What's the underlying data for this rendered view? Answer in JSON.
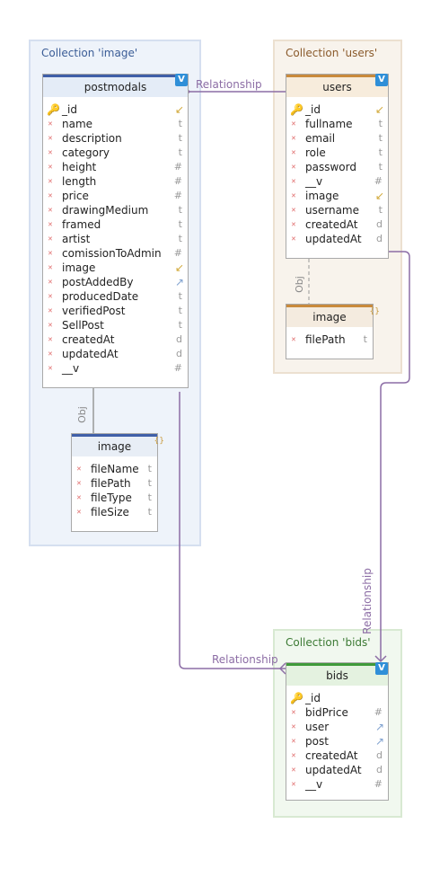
{
  "collections": {
    "image": {
      "title": "Collection 'image'"
    },
    "users": {
      "title": "Collection 'users'"
    },
    "bids": {
      "title": "Collection 'bids'"
    }
  },
  "relationship_label": "Relationship",
  "obj_label": "Obj",
  "entities": {
    "postmodals": {
      "name": "postmodals",
      "badge": "V",
      "fields": [
        {
          "name": "_id",
          "type": "",
          "icon": "pen-icon",
          "marker": "key"
        },
        {
          "name": "name",
          "type": "t",
          "marker": "dot"
        },
        {
          "name": "description",
          "type": "t",
          "marker": "dot"
        },
        {
          "name": "category",
          "type": "t",
          "marker": "dot"
        },
        {
          "name": "height",
          "type": "#",
          "marker": "dot"
        },
        {
          "name": "length",
          "type": "#",
          "marker": "dot"
        },
        {
          "name": "price",
          "type": "#",
          "marker": "dot"
        },
        {
          "name": "drawingMedium",
          "type": "t",
          "marker": "dot"
        },
        {
          "name": "framed",
          "type": "t",
          "marker": "dot"
        },
        {
          "name": "artist",
          "type": "t",
          "marker": "dot"
        },
        {
          "name": "comissionToAdmin",
          "type": "#",
          "marker": "dot"
        },
        {
          "name": "image",
          "type": "",
          "icon": "pen-icon",
          "marker": "dot"
        },
        {
          "name": "postAddedBy",
          "type": "",
          "icon": "ref-icon",
          "marker": "dot"
        },
        {
          "name": "producedDate",
          "type": "t",
          "marker": "dot"
        },
        {
          "name": "verifiedPost",
          "type": "t",
          "marker": "dot"
        },
        {
          "name": "SellPost",
          "type": "t",
          "marker": "dot"
        },
        {
          "name": "createdAt",
          "type": "d",
          "marker": "dot"
        },
        {
          "name": "updatedAt",
          "type": "d",
          "marker": "dot"
        },
        {
          "name": "__v",
          "type": "#",
          "marker": "dot"
        }
      ]
    },
    "image_sub": {
      "name": "image",
      "badge": "{}",
      "fields": [
        {
          "name": "fileName",
          "type": "t",
          "marker": "dot"
        },
        {
          "name": "filePath",
          "type": "t",
          "marker": "dot"
        },
        {
          "name": "fileType",
          "type": "t",
          "marker": "dot"
        },
        {
          "name": "fileSize",
          "type": "t",
          "marker": "dot"
        }
      ]
    },
    "users": {
      "name": "users",
      "badge": "V",
      "fields": [
        {
          "name": "_id",
          "type": "",
          "icon": "pen-icon",
          "marker": "key"
        },
        {
          "name": "fullname",
          "type": "t",
          "marker": "dot"
        },
        {
          "name": "email",
          "type": "t",
          "marker": "dot"
        },
        {
          "name": "role",
          "type": "t",
          "marker": "dot"
        },
        {
          "name": "password",
          "type": "t",
          "marker": "dot"
        },
        {
          "name": "__v",
          "type": "#",
          "marker": "dot"
        },
        {
          "name": "image",
          "type": "",
          "icon": "pen-icon",
          "marker": "dot"
        },
        {
          "name": "username",
          "type": "t",
          "marker": "dot"
        },
        {
          "name": "createdAt",
          "type": "d",
          "marker": "dot"
        },
        {
          "name": "updatedAt",
          "type": "d",
          "marker": "dot"
        }
      ]
    },
    "users_image_sub": {
      "name": "image",
      "badge": "{}",
      "fields": [
        {
          "name": "filePath",
          "type": "t",
          "marker": "dot"
        }
      ]
    },
    "bids": {
      "name": "bids",
      "badge": "V",
      "fields": [
        {
          "name": "_id",
          "type": "",
          "marker": "key"
        },
        {
          "name": "bidPrice",
          "type": "#",
          "marker": "dot"
        },
        {
          "name": "user",
          "type": "",
          "icon": "ref-icon",
          "marker": "dot"
        },
        {
          "name": "post",
          "type": "",
          "icon": "ref-icon",
          "marker": "dot"
        },
        {
          "name": "createdAt",
          "type": "d",
          "marker": "dot"
        },
        {
          "name": "updatedAt",
          "type": "d",
          "marker": "dot"
        },
        {
          "name": "__v",
          "type": "#",
          "marker": "dot"
        }
      ]
    }
  }
}
